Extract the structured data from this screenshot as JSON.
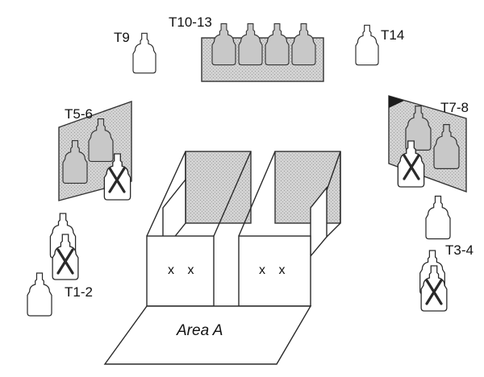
{
  "labels": {
    "t9": "T9",
    "t10_13": "T10-13",
    "t14": "T14",
    "t5_6": "T5-6",
    "t7_8": "T7-8",
    "t1_2": "T1-2",
    "t3_4": "T3-4",
    "area_a": "Area A"
  },
  "marks": {
    "left_room": "x x",
    "right_room": "x x"
  },
  "colors": {
    "panel_fill": "#cfcfcf",
    "panel_dark": "#1c1c1c",
    "target_gray": "#c8c8c8",
    "ink": "#2a2a2a"
  }
}
